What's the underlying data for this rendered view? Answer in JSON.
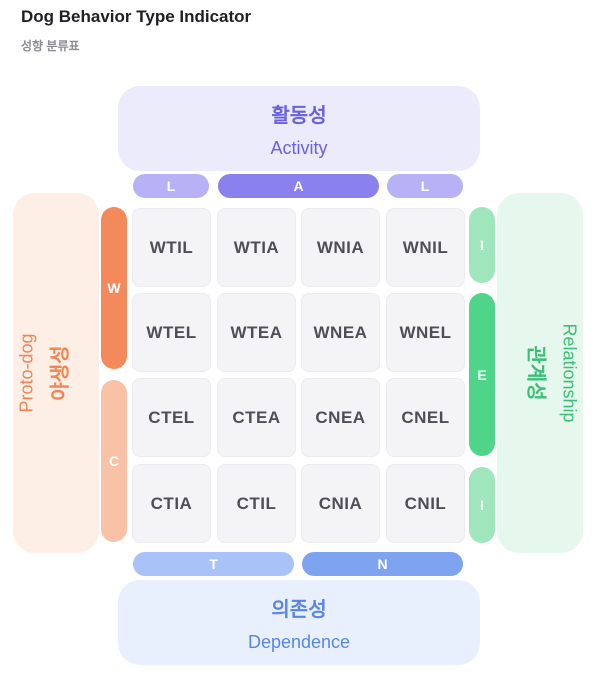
{
  "header": {
    "title": "Dog Behavior Type Indicator",
    "subtitle": "성향 분류표"
  },
  "axes": {
    "top": {
      "ko": "활동성",
      "en": "Activity"
    },
    "bottom": {
      "ko": "의존성",
      "en": "Dependence"
    },
    "left": {
      "ko": "야생성",
      "en": "Proto-dog"
    },
    "right": {
      "ko": "관계성",
      "en": "Relationship"
    }
  },
  "labels": {
    "top": [
      "L",
      "A",
      "L"
    ],
    "bottom": [
      "T",
      "N"
    ],
    "left": [
      "W",
      "C"
    ],
    "right": [
      "I",
      "E",
      "I"
    ]
  },
  "grid": [
    [
      "WTIL",
      "WTIA",
      "WNIA",
      "WNIL"
    ],
    [
      "WTEL",
      "WTEA",
      "WNEA",
      "WNEL"
    ],
    [
      "CTEL",
      "CTEA",
      "CNEA",
      "CNEL"
    ],
    [
      "CTIA",
      "CTIL",
      "CNIA",
      "CNIL"
    ]
  ],
  "colors": {
    "activity": "#6a60e2",
    "dependence": "#5a84e6",
    "proto_dog": "#f28552",
    "relationship": "#39c074"
  }
}
